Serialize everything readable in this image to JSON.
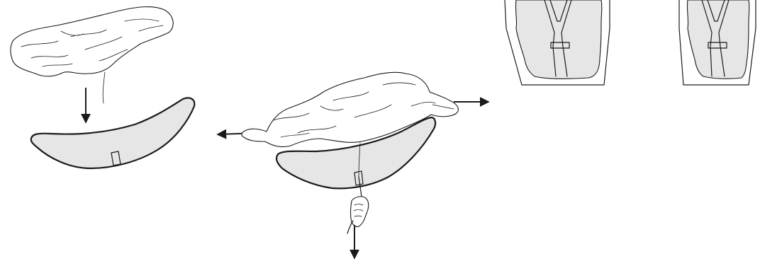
{
  "figure": {
    "panels": [
      {
        "id": "step-lower-cover-onto-insert"
      },
      {
        "id": "step-stretch-cover-and-pull-strap"
      },
      {
        "id": "view-installed-left"
      },
      {
        "id": "view-installed-right"
      }
    ],
    "colors": {
      "pad_fill": "#e6e6e6",
      "ink": "#1a1a1a",
      "background": "#ffffff"
    }
  }
}
